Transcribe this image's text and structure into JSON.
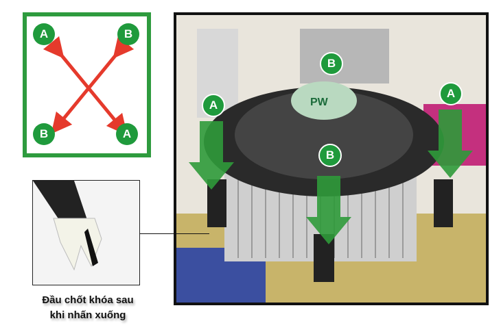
{
  "order_diagram": {
    "labels": [
      "A",
      "B",
      "B",
      "A"
    ],
    "border_color": "#2e9b3e",
    "badge_color": "#1f9a3c",
    "arrow_color": "#e53a2c"
  },
  "photo": {
    "labels": [
      "B",
      "A",
      "A",
      "B"
    ],
    "arrow_color": "#2f9a3a",
    "fan_logo": "PW"
  },
  "caption": {
    "line1": "Đầu chốt khóa sau",
    "line2": "khi nhấn xuống"
  }
}
